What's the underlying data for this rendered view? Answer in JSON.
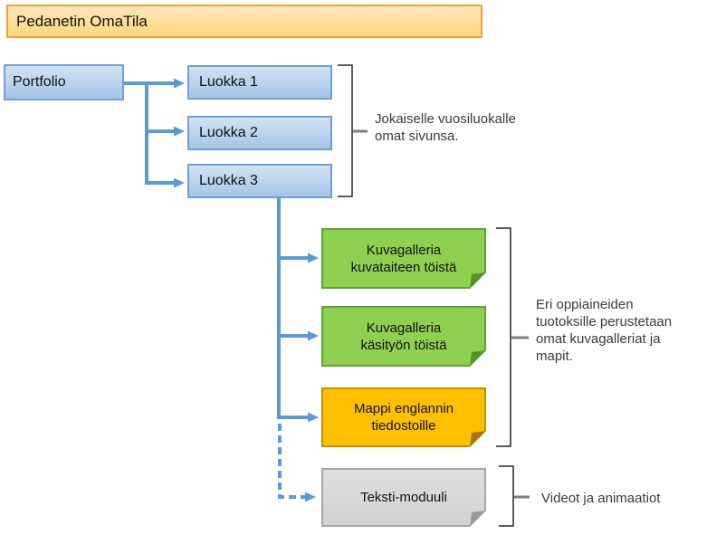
{
  "header": {
    "title": "Pedanetin OmaTila"
  },
  "boxes": {
    "portfolio": "Portfolio",
    "luokka1": "Luokka 1",
    "luokka2": "Luokka 2",
    "luokka3": "Luokka 3",
    "gallery_art": "Kuvagalleria kuvataiteen töistä",
    "gallery_craft": "Kuvagalleria käsityön töistä",
    "folder_english": "Mappi englannin tiedostoille",
    "text_module": "Teksti-moduuli"
  },
  "annotations": {
    "year_classes": "Jokaiselle vuosiluokalle omat sivunsa.",
    "subject_outputs": "Eri oppiaineiden tuotoksille perustetaan omat kuvagalleriat ja mapit.",
    "videos": "Videot ja animaatiot"
  },
  "colors": {
    "arrow_blue": "#5B9BD5",
    "blue_box_border": "#6FA0D2",
    "header_border": "#EBA33C",
    "green_fill": "#8ED04F",
    "orange_fill": "#FFC000",
    "gray_fill": "#D9D9D9",
    "bracket_line": "#262626",
    "bracket_tick": "#7F7F7F"
  }
}
